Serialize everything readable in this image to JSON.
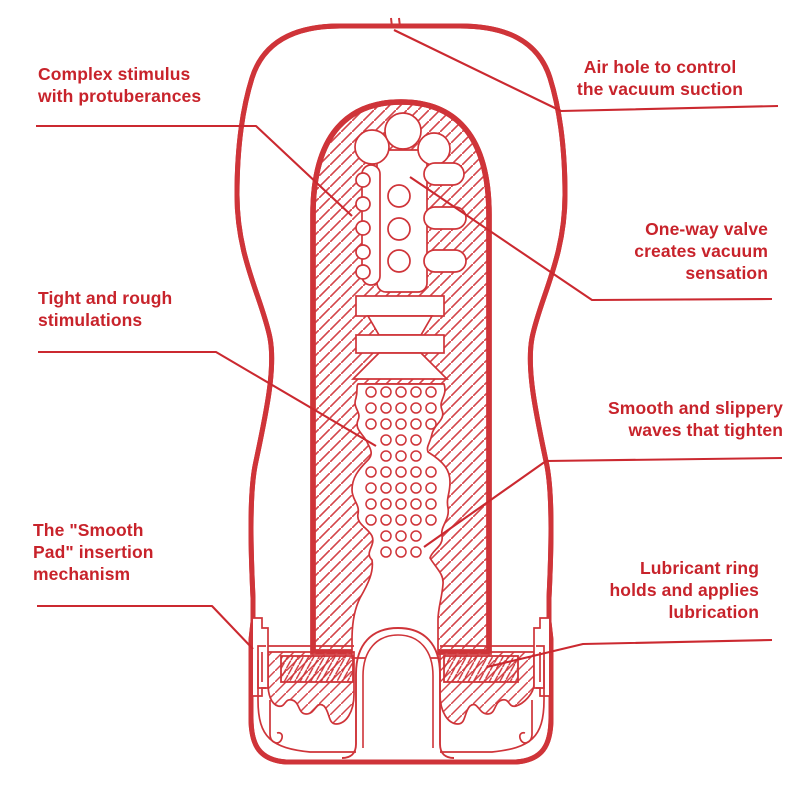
{
  "diagram": {
    "type": "product-cutaway-diagram",
    "colors": {
      "line_red": "#cf3439",
      "text_red": "#c8232b",
      "background": "#ffffff"
    },
    "labels": [
      {
        "id": "complex-stimulus",
        "align": "left",
        "lines": [
          "Complex stimulus",
          "with protuberances"
        ]
      },
      {
        "id": "air-hole",
        "align": "center",
        "lines": [
          "Air hole to control",
          "the vacuum suction"
        ]
      },
      {
        "id": "one-way-valve",
        "align": "right",
        "lines": [
          "One-way valve",
          "creates vacuum",
          "sensation"
        ]
      },
      {
        "id": "tight-rough",
        "align": "left",
        "lines": [
          "Tight and rough",
          "stimulations"
        ]
      },
      {
        "id": "smooth-waves",
        "align": "right",
        "lines": [
          "Smooth and slippery",
          "waves that tighten"
        ]
      },
      {
        "id": "smooth-pad",
        "align": "left",
        "lines": [
          "The \"Smooth",
          "Pad\" insertion",
          "mechanism"
        ]
      },
      {
        "id": "lubricant-ring",
        "align": "right",
        "lines": [
          "Lubricant ring",
          "holds and applies",
          "lubrication"
        ]
      }
    ]
  }
}
